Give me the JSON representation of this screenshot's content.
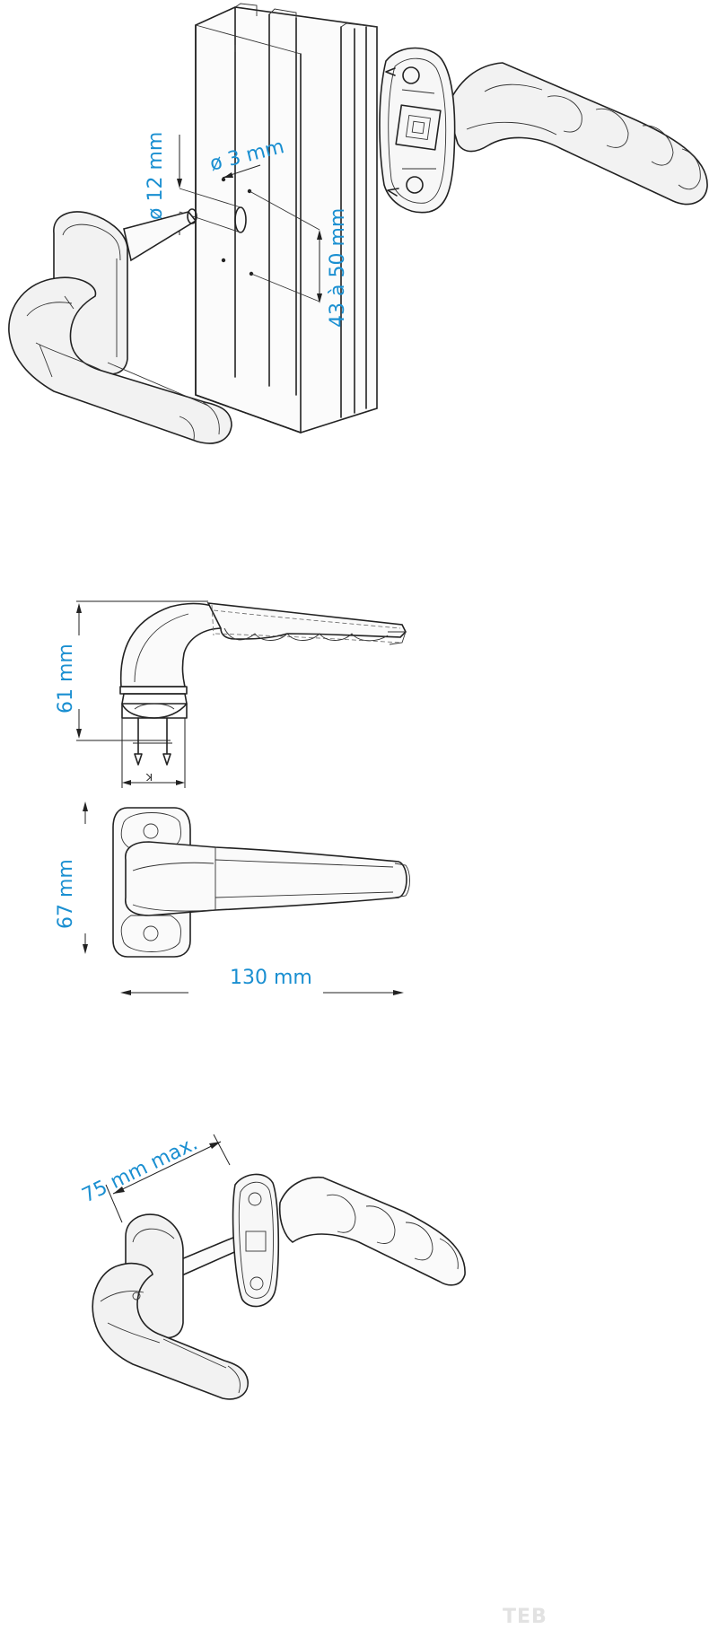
{
  "figure1": {
    "hole_diameter_label": "ø 12 mm",
    "screw_hole_label": "ø 3 mm",
    "spacing_label": "43 à 50 mm"
  },
  "figure2": {
    "height_label": "61 mm",
    "rosette_height_label": "67 mm",
    "length_label": "130 mm",
    "square_label": "K"
  },
  "figure3": {
    "thickness_label": "75 mm max."
  },
  "watermark": "TEB",
  "colors": {
    "dimension": "#1a8fd1",
    "line": "#222222"
  }
}
